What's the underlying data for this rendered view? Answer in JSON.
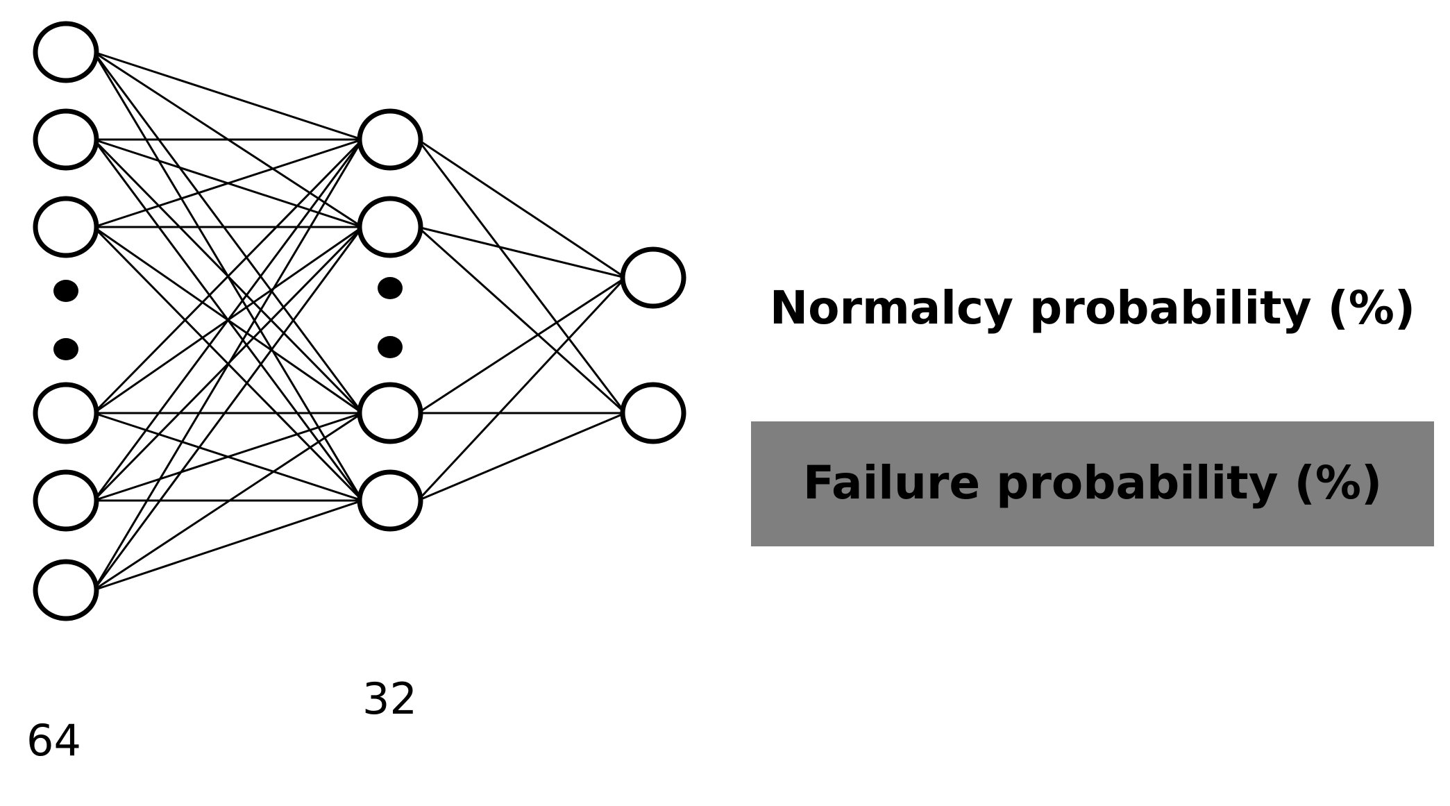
{
  "layers": {
    "input_size_label": "64",
    "hidden_size_label": "32"
  },
  "outputs": {
    "normalcy": "Normalcy probability (%)",
    "failure": "Failure probability (%)",
    "highlight_color": "#7f7f7f"
  }
}
